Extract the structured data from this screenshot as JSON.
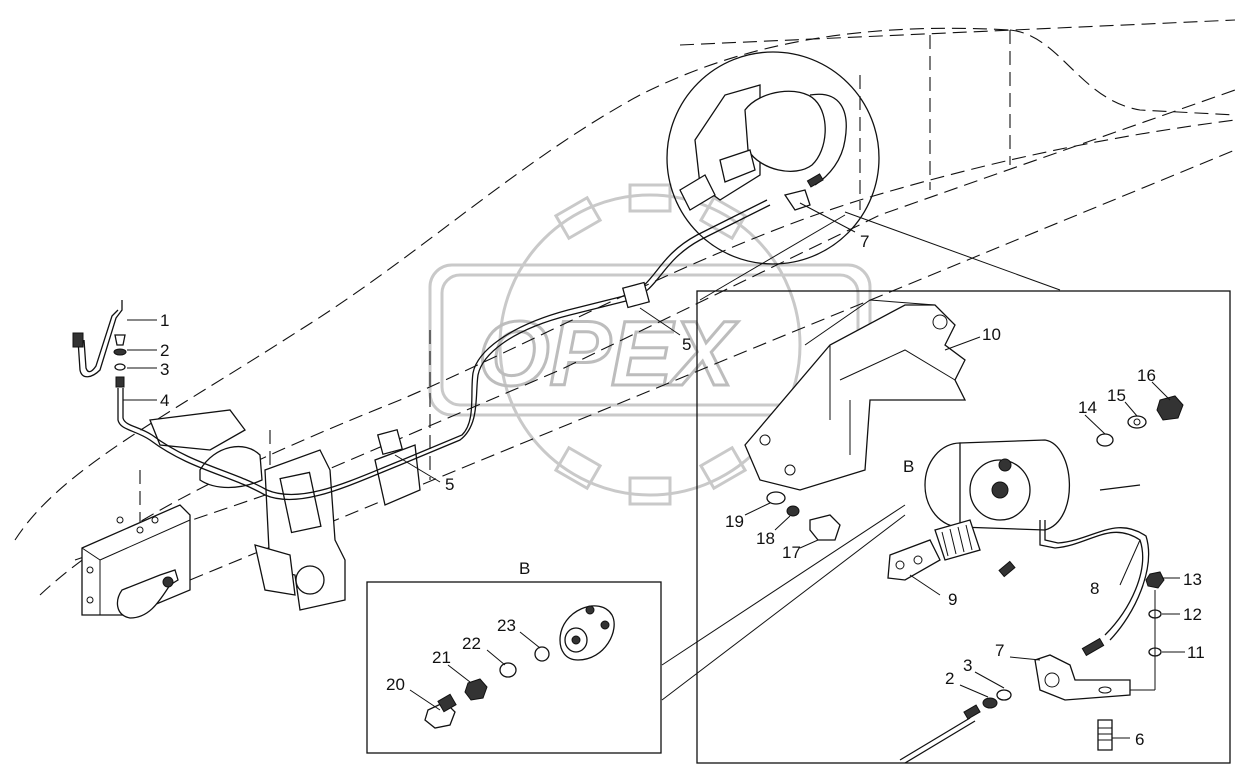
{
  "watermark": {
    "text": "OPEX"
  },
  "callouts": [
    {
      "id": "c1",
      "text": "1"
    },
    {
      "id": "c2",
      "text": "2"
    },
    {
      "id": "c3",
      "text": "3"
    },
    {
      "id": "c4",
      "text": "4"
    },
    {
      "id": "c5a",
      "text": "5"
    },
    {
      "id": "c5b",
      "text": "5"
    },
    {
      "id": "c7a",
      "text": "7"
    },
    {
      "id": "c10",
      "text": "10"
    },
    {
      "id": "c16",
      "text": "16"
    },
    {
      "id": "c15",
      "text": "15"
    },
    {
      "id": "c14",
      "text": "14"
    },
    {
      "id": "cB1",
      "text": "B"
    },
    {
      "id": "c19",
      "text": "19"
    },
    {
      "id": "c18",
      "text": "18"
    },
    {
      "id": "c17",
      "text": "17"
    },
    {
      "id": "c9",
      "text": "9"
    },
    {
      "id": "c8",
      "text": "8"
    },
    {
      "id": "c13",
      "text": "13"
    },
    {
      "id": "c12",
      "text": "12"
    },
    {
      "id": "c11",
      "text": "11"
    },
    {
      "id": "c7b",
      "text": "7"
    },
    {
      "id": "c3b",
      "text": "3"
    },
    {
      "id": "c2b",
      "text": "2"
    },
    {
      "id": "c6",
      "text": "6"
    },
    {
      "id": "cB2",
      "text": "B"
    },
    {
      "id": "c20",
      "text": "20"
    },
    {
      "id": "c21",
      "text": "21"
    },
    {
      "id": "c22",
      "text": "22"
    },
    {
      "id": "c23",
      "text": "23"
    }
  ]
}
